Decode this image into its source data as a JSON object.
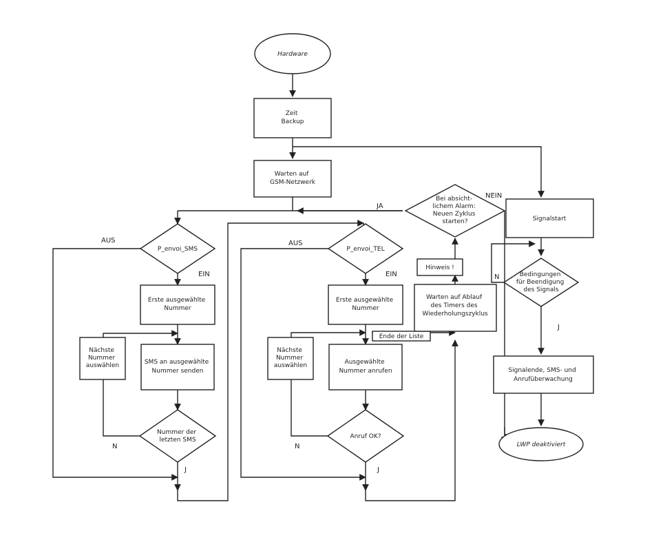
{
  "diagram": {
    "start": [
      "Hardware"
    ],
    "zeit_backup": [
      "Zeit",
      "Backup"
    ],
    "warten_gsm": [
      "Warten auf",
      "GSM-Netzwerk"
    ],
    "decision_sms": [
      "P_envoi_SMS"
    ],
    "erste_sms": [
      "Erste ausgewählte",
      "Nummer"
    ],
    "naechste_sms": [
      "Nächste",
      "Nummer",
      "auswählen"
    ],
    "sms_senden": [
      "SMS an ausgewählte",
      "Nummer senden"
    ],
    "letzte_sms": [
      "Nummer der",
      "letzten SMS"
    ],
    "decision_tel": [
      "P_envoi_TEL"
    ],
    "erste_tel": [
      "Erste ausgewählte",
      "Nummer"
    ],
    "naechste_tel": [
      "Nächste",
      "Nummer",
      "auswählen"
    ],
    "anrufen": [
      "Ausgewählte",
      "Nummer anrufen"
    ],
    "anruf_ok": [
      "Anruf OK?"
    ],
    "ende_liste": [
      "Ende der Liste"
    ],
    "hinweis": [
      "Hinweis !"
    ],
    "warten_timer": [
      "Warten auf Ablauf",
      "des Timers des",
      "Wiederholungszyklus"
    ],
    "neuer_zyklus": [
      "Bei absicht-",
      "lichem Alarm:",
      "Neuen Zyklus",
      "starten?"
    ],
    "signalstart": [
      "Signalstart"
    ],
    "bedingungen": [
      "Bedingungen",
      "für Beendigung",
      "des Signals"
    ],
    "signalende": [
      "Signalende, SMS- und",
      "Anrufüberwachung"
    ],
    "end": [
      "LWP deaktiviert"
    ],
    "labels": {
      "ja": "JA",
      "nein": "NEIN",
      "aus_sms": "AUS",
      "ein_sms": "EIN",
      "n_sms": "N",
      "j_sms": "J",
      "aus_tel": "AUS",
      "ein_tel": "EIN",
      "n_tel": "N",
      "j_tel": "J",
      "n_sig": "N",
      "j_sig": "J"
    }
  }
}
